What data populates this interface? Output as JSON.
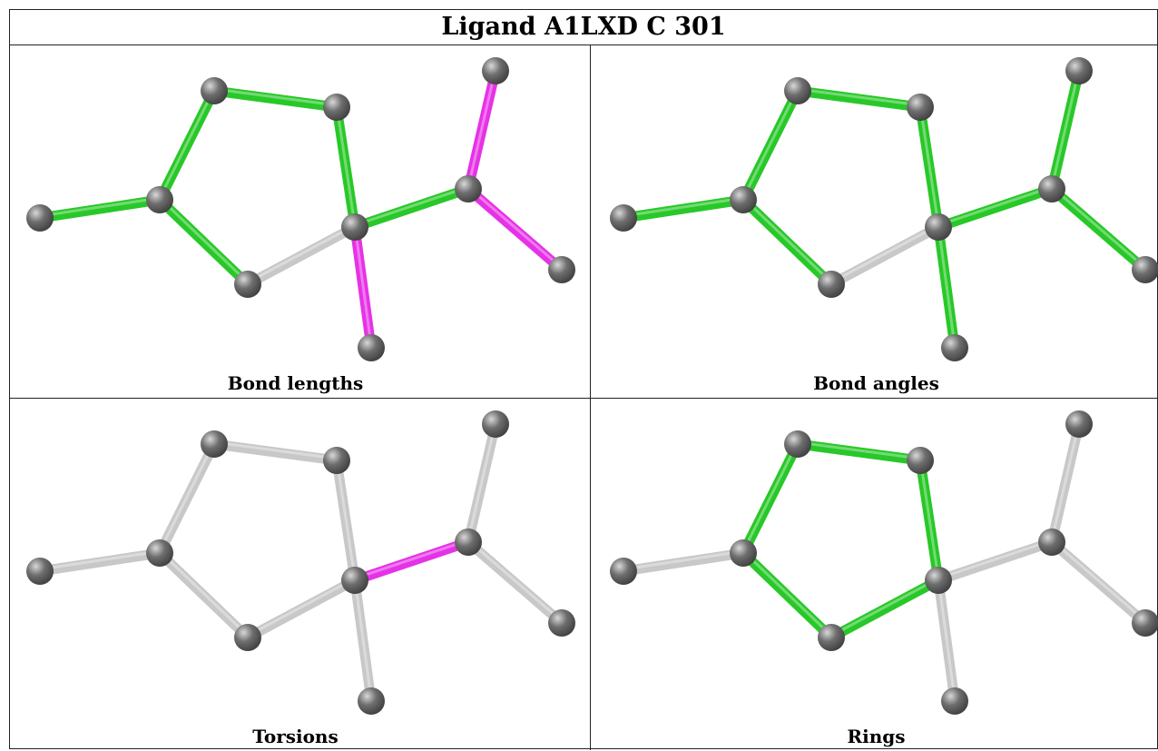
{
  "title": "Ligand A1LXD C 301",
  "panels": [
    {
      "caption": "Bond lengths"
    },
    {
      "caption": "Bond angles"
    },
    {
      "caption": "Torsions"
    },
    {
      "caption": "Rings"
    }
  ],
  "colors": {
    "atom": "#6e6e6e",
    "bond_default": "#c8c8c8",
    "bond_ok": "#28c828",
    "bond_outlier": "#e632e6"
  }
}
